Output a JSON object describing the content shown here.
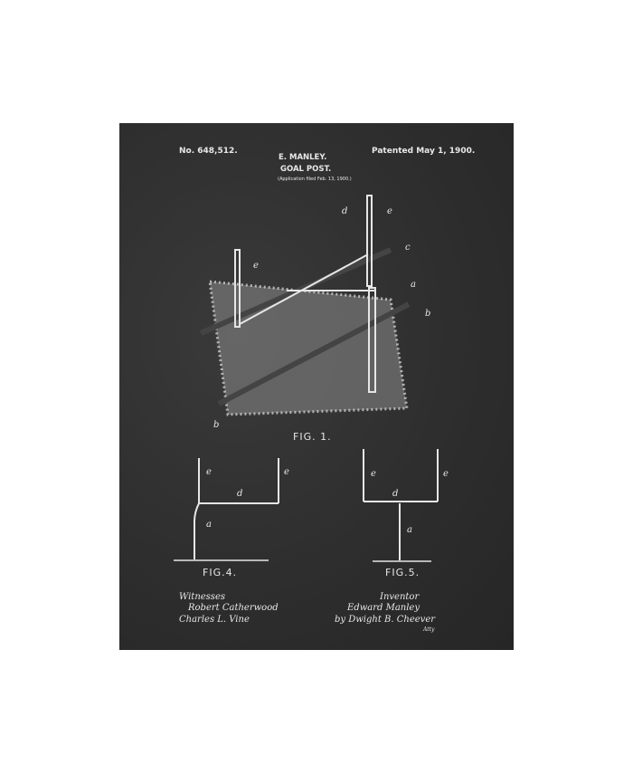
{
  "header": {
    "patent_number": "No. 648,512.",
    "patent_date": "Patented May 1, 1900.",
    "inventor": "E. MANLEY.",
    "title": "GOAL POST.",
    "filed": "(Application filed Feb. 13, 1900.)"
  },
  "figures": {
    "fig1": "FIG. 1.",
    "fig4": "FIG.4.",
    "fig5": "FIG.5.",
    "labels": [
      "a",
      "b",
      "c",
      "d",
      "e"
    ]
  },
  "signatures": {
    "witnesses_label": "Witnesses",
    "witness1": "Robert Catherwood",
    "witness2": "Charles L. Vine",
    "inventor_label": "Inventor",
    "inventor_name": "Edward Manley",
    "attorney": "by Dwight B. Cheever",
    "attorney_suffix": "Atty"
  },
  "colors": {
    "chalkboard": "#2f2f2f",
    "chalk": "#e8e8e8",
    "background": "#ffffff"
  }
}
